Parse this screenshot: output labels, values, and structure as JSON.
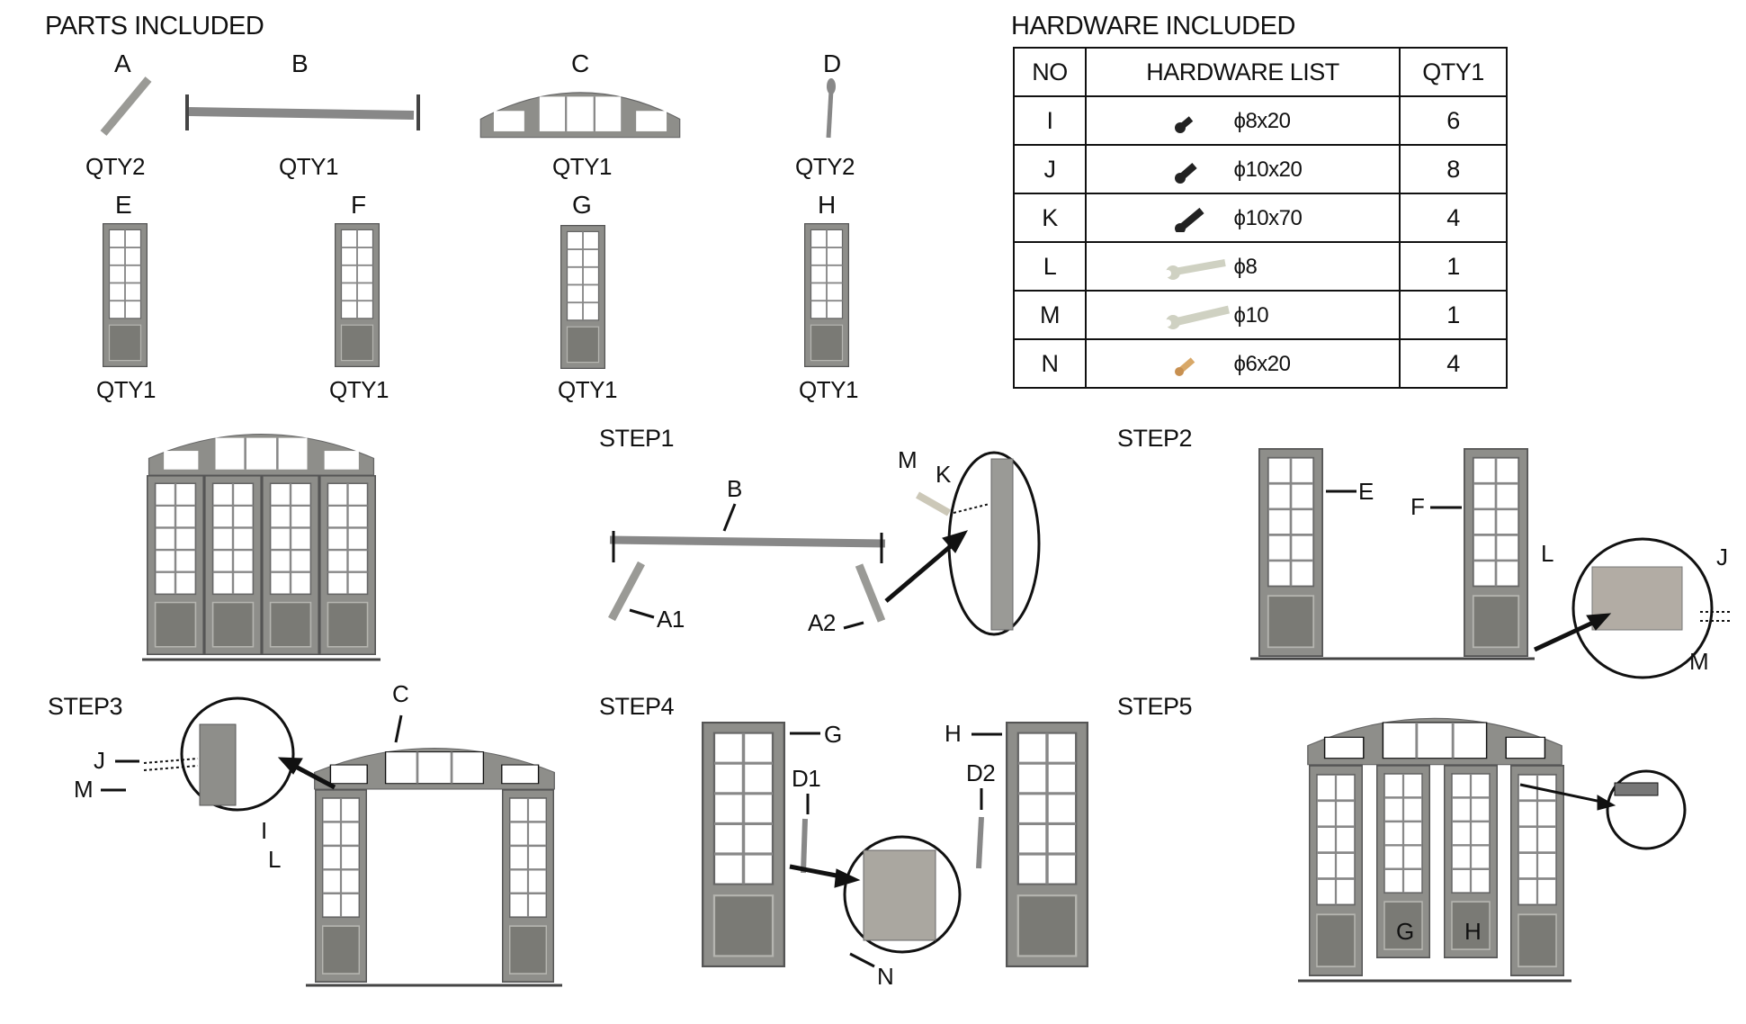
{
  "parts": {
    "title": "PARTS INCLUDED",
    "items": [
      {
        "letter": "A",
        "qty": "QTY2"
      },
      {
        "letter": "B",
        "qty": "QTY1"
      },
      {
        "letter": "C",
        "qty": "QTY1"
      },
      {
        "letter": "D",
        "qty": "QTY2"
      },
      {
        "letter": "E",
        "qty": "QTY1"
      },
      {
        "letter": "F",
        "qty": "QTY1"
      },
      {
        "letter": "G",
        "qty": "QTY1"
      },
      {
        "letter": "H",
        "qty": "QTY1"
      }
    ]
  },
  "hardware": {
    "title": "HARDWARE INCLUDED",
    "headers": [
      "NO",
      "HARDWARE LIST",
      "QTY1"
    ],
    "rows": [
      {
        "no": "I",
        "spec": "ϕ8x20",
        "qty": "6",
        "icon": "bolt-icon"
      },
      {
        "no": "J",
        "spec": "ϕ10x20",
        "qty": "8",
        "icon": "bolt-icon"
      },
      {
        "no": "K",
        "spec": "ϕ10x70",
        "qty": "4",
        "icon": "bolt-icon"
      },
      {
        "no": "L",
        "spec": "ϕ8",
        "qty": "1",
        "icon": "wrench-icon"
      },
      {
        "no": "M",
        "spec": "ϕ10",
        "qty": "1",
        "icon": "wrench-icon"
      },
      {
        "no": "N",
        "spec": "ϕ6x20",
        "qty": "4",
        "icon": "brass-screw-icon"
      }
    ]
  },
  "steps": {
    "step1": {
      "title": "STEP1",
      "labels": [
        "B",
        "A1",
        "A2",
        "M",
        "K"
      ]
    },
    "step2": {
      "title": "STEP2",
      "labels": [
        "E",
        "F",
        "L",
        "J",
        "M"
      ]
    },
    "step3": {
      "title": "STEP3",
      "labels": [
        "C",
        "J",
        "M",
        "I",
        "L"
      ]
    },
    "step4": {
      "title": "STEP4",
      "labels": [
        "G",
        "D1",
        "H",
        "D2",
        "N"
      ]
    },
    "step5": {
      "title": "STEP5",
      "labels": [
        "G",
        "H"
      ]
    }
  },
  "colors": {
    "frame": "#8e8e8a",
    "ink": "#111111"
  }
}
